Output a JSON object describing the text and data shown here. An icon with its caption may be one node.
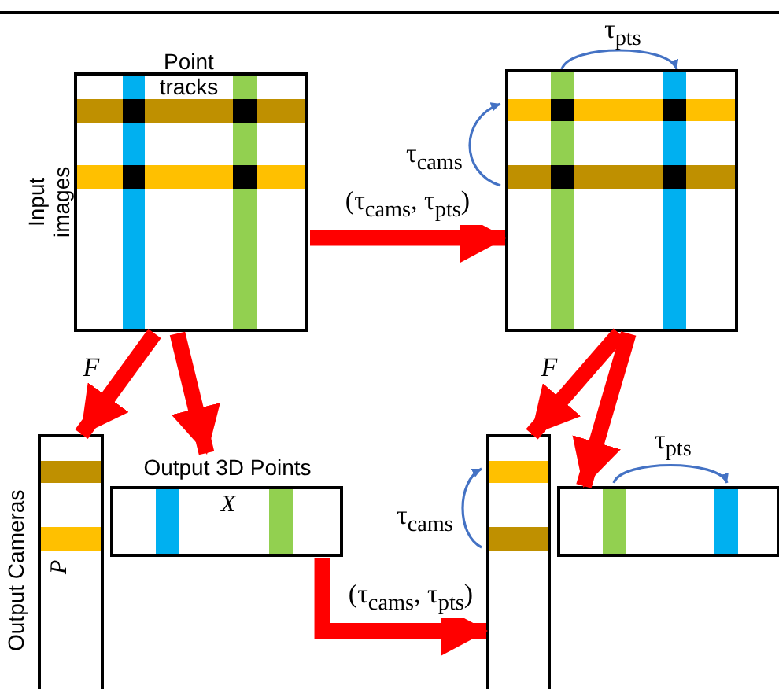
{
  "diagram": {
    "nodes": [
      {
        "text": [
          "Point tracks",
          "Input images"
        ]
      },
      {
        "text": [],
        "shape": "box",
        "beside": [
          "τ$_{pts}$",
          "τ$_{cams}$"
        ]
      },
      {
        "text": [
          "Output Cameras",
          "P"
        ]
      },
      {
        "text": [
          "Output 3D Points",
          "X"
        ]
      },
      {
        "text": [],
        "shape": "box",
        "beside": [
          "τ$_{cams}$"
        ]
      },
      {
        "text": [],
        "shape": "box",
        "beside": [
          "τ$_{pts}$"
        ]
      }
    ],
    "edges": [
      {
        "from": 0,
        "to": 1,
        "arrow": "to",
        "label": "(τ$_{cams}$, τ$_{pts}$)"
      },
      {
        "from": 0,
        "to": 2,
        "arrow": "to",
        "label": "F"
      },
      {
        "from": 0,
        "to": 3,
        "arrow": "to"
      },
      {
        "from": 1,
        "to": 4,
        "arrow": "to",
        "label": "F"
      },
      {
        "from": 1,
        "to": 5,
        "arrow": "to"
      },
      {
        "from": 3,
        "to": 4,
        "arrow": "to",
        "label": "(τ$_{cams}$, τ$_{pts}$)"
      }
    ]
  }
}
